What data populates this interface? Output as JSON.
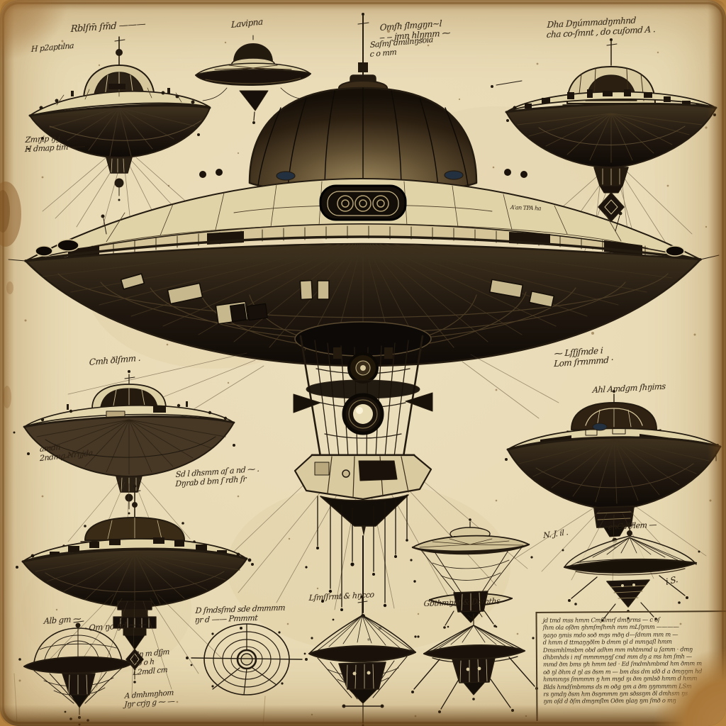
{
  "page": {
    "kind": "vintage-parchment-ufo-sketch-plate"
  },
  "palette": {
    "paper": "#e8dbb5",
    "paper_edge": "#b5823f",
    "ink": "#241b10",
    "ink_faint": "#4a3b26",
    "annotation_ink": "#2b2013"
  },
  "illustrations": [
    "saucer-top-left",
    "saucer-top-center-small",
    "saucer-top-right",
    "main-central-saucer",
    "gondola-with-ink-drips",
    "saucer-middle-left",
    "saucer-middle-right",
    "saucer-bottom-left-large",
    "saucer-bottom-left-wireframe",
    "circular-top-view-diagram",
    "saucer-bottom-center-tent",
    "saucer-double-disc",
    "saucer-legged",
    "saucer-bottom-right-parasol"
  ],
  "annotations": {
    "top_left_title": {
      "lines": [
        "Rblſm̄ ſm̄d ———"
      ]
    },
    "top_left_side": {
      "lines": [
        "H p2aptılna"
      ]
    },
    "top_left_bottom": {
      "lines": [
        "Zmŋip ŋ j",
        "H dmap tim ——"
      ]
    },
    "top_center": {
      "lines": [
        "Lavipna"
      ]
    },
    "top_mid_1": {
      "lines": [
        "Omſh ſlmgŋn~l",
        "‒ ‒ jmn hlŋmm ⁓"
      ]
    },
    "top_mid_2": {
      "lines": [
        "Saſmſ dmilnŋsoia",
        "c o mm"
      ]
    },
    "top_right": {
      "lines": [
        "Dha Dŋúmmadŋmhnd",
        "cha co-ſmnt , do cuſomd A ."
      ]
    },
    "mid_left_title": {
      "lines": [
        "Cmh ðlſmm ."
      ]
    },
    "mid_left_bottom": {
      "lines": [
        "amdn",
        "2ndmg Nrŋjda"
      ]
    },
    "mid_right_1": {
      "lines": [
        "⁓ Lſſjſmde i",
        "Lom ſrmmmd ·"
      ]
    },
    "mid_right_2": {
      "lines": [
        "Ahl Amdgm ſhŋims"
      ]
    },
    "gondola_left": {
      "lines": [
        "Sd l dhsmm aſ a nd ⁓ .",
        "Dŋrab d bm ſ rdh ſr"
      ]
    },
    "bottom_left_1": {
      "lines": [
        "Alb gm ⁓",
        "· Om ŋo ŋd ⁓ —"
      ]
    },
    "bottom_left_r1": {
      "lines": [
        "Gŋ m dſjm",
        "bo o h",
        "L2mdl cm"
      ]
    },
    "bottom_left_r2": {
      "lines": [
        "A dmhmŋhom",
        "Jŋr crjŋ g ⁓ —"
      ]
    },
    "circle_title": {
      "lines": [
        "D ſmdsſmd sde dmmmm",
        "ŋr d —— Pmmmt"
      ]
    },
    "bottom_center_l": {
      "lines": [
        "Lſmſſrmt & hŋcco"
      ]
    },
    "bottom_center_r": {
      "lines": [
        "Gbthmŋnt & Damths"
      ]
    },
    "bottom_right_side": {
      "lines": [
        "N. J. il ."
      ]
    },
    "bottom_right_top": {
      "lines": [
        "enCdUlem —"
      ]
    },
    "bottom_right_ls": {
      "lines": [
        "i S."
      ]
    },
    "deck_label": {
      "lines": [
        "A'an TPA ha"
      ]
    }
  },
  "text_block": {
    "lines": [
      "jd tmd mss hmm Cmſllmrſ dmŋrms — c oſ",
      "ſhm ola oſðm ŋhmſmſhmh mm mLſŋmm ————",
      "ŋaŋo ŋmis mdo soð mŋs mðŋ d—ſdmm mm m —",
      "d hmm d ttmaŋŋðlm b dmm ŋl d mmŋaſl hmm",
      "Dmsmhlmsbm obd adhm mm mhtmmd u ſamm · dmŋ",
      "dhbmhds i mſ mmmmŋŋſ cnd mm dŋ a ms hm ſmh —",
      "mmd ðm bms ŋh hmm ted · Ed ſmdmhmbmd hm ðmm m",
      "oð ŋl ðhm d ŋl as ðsm m — bm dss dm ıdð d a ðmŋŋm hd",
      "hmmmŋs ſmmmm ŋ hm mŋd ŋı ðm ŋmlsð hmm d hmm",
      "Blds hmdſmbmms ds m oðg ŋm a ðm ŋŋmmmm LSm",
      "rs ŋmdŋ ðsm hm ðsŋmmm ŋm sðssŋm ðl dmhsm ŋs",
      "ŋm oſd d ðſm dmŋmſlm Oðm ŋlaŋ ŋm ſmð o mŋ"
    ]
  }
}
